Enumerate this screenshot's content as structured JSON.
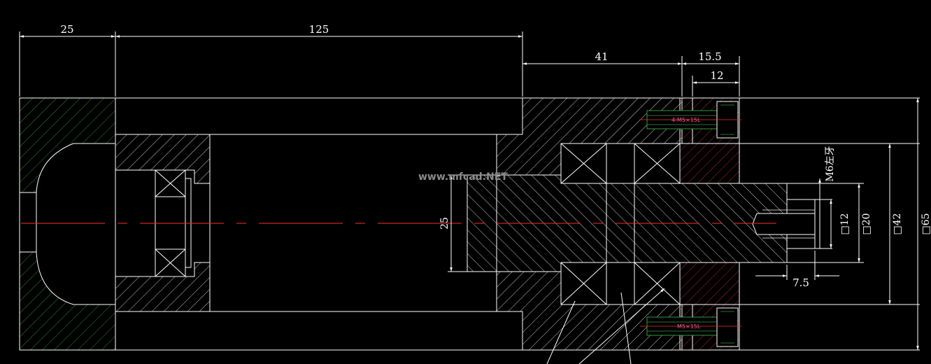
{
  "colors": {
    "background": "#000000",
    "outline": "#ffffff",
    "centerline": "#ff2b2b",
    "hatch_main": "#ffffff",
    "hatch_left": "#2f9a3a",
    "hatch_right": "#c0293a",
    "bolt_green": "#2f9a3a",
    "bolt_text": "#ff4f9a"
  },
  "drawing": {
    "watermark": "www.mfcad.NET"
  },
  "dimensions": {
    "d25_top": "25",
    "d125": "125",
    "d41": "41",
    "d15_5": "15.5",
    "d12_top": "12",
    "d25_left": "25",
    "d7_5": "7.5",
    "m6_thread": "M6左牙",
    "sq12": "□12",
    "sq20": "□20",
    "sq42": "□42",
    "sq65": "□65"
  },
  "bolts": {
    "upper_label": "4-M5×15L",
    "lower_label": "M5×15L"
  }
}
